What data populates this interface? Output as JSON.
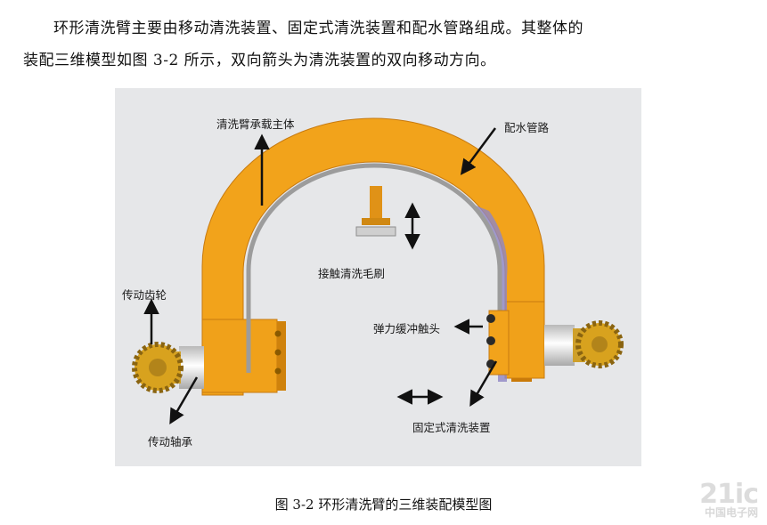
{
  "paragraph": {
    "line1": "环形清洗臂主要由移动清洗装置、固定式清洗装置和配水管路组成。其整体的",
    "line2": "装配三维模型如图 3-2 所示，双向箭头为清洗装置的双向移动方向。"
  },
  "figure": {
    "labels": {
      "main_body": "清洗臂承载主体",
      "water_pipe": "配水管路",
      "brush": "接触清洗毛刷",
      "gear": "传动齿轮",
      "buffer_contact": "弹力缓冲触头",
      "bearing": "传动轴承",
      "fixed_cleaner": "固定式清洗装置"
    },
    "colors": {
      "arm": "#f2a31b",
      "arm_dark": "#c97a08",
      "pipe": "#9a9a9a",
      "gear": "#d8a21e",
      "background": "#e6e7e9"
    }
  },
  "caption": "图 3-2 环形清洗臂的三维装配模型图",
  "watermark": {
    "brand": "21ic",
    "sub": "中国电子网"
  }
}
